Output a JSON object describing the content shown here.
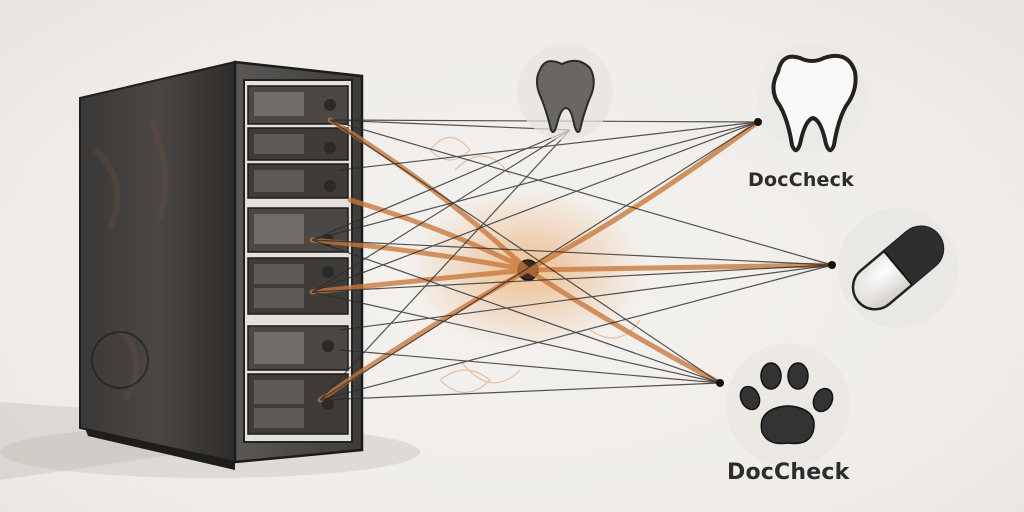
{
  "illustration": {
    "style": "pencil-sketch",
    "hub_color": "#c8773a",
    "ink_color": "#2a2a2a",
    "paper_color": "#f1efec"
  },
  "nodes": [
    {
      "icon": "tooth-icon",
      "label": ""
    },
    {
      "icon": "tooth-icon",
      "label": "DocCheck"
    },
    {
      "icon": "capsule-icon",
      "label": ""
    },
    {
      "icon": "paw-icon",
      "label": "DocCheck"
    }
  ],
  "labels": {
    "top": "DocCheck",
    "bottom": "DocCheck"
  }
}
